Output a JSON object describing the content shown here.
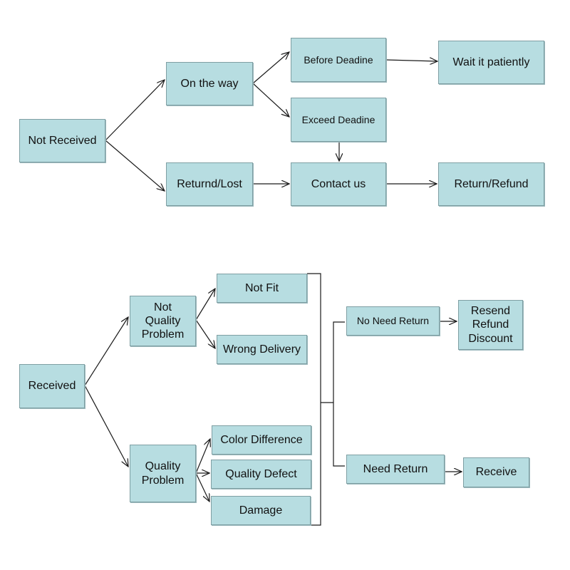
{
  "diagram": {
    "colors": {
      "box_fill": "#b7dde1",
      "box_border": "#7f9fa3",
      "line": "#1a1a1a"
    },
    "nodes": {
      "not_received": "Not Received",
      "on_the_way": "On the way",
      "returnd_lost": "Returnd/Lost",
      "before_deadline": "Before Deadine",
      "exceed_deadline": "Exceed Deadine",
      "contact_us": "Contact us",
      "wait_patiently": "Wait it patiently",
      "return_refund": "Return/Refund",
      "received": "Received",
      "not_quality_problem": "Not\nQuality\nProblem",
      "quality_problem": "Quality\nProblem",
      "not_fit": "Not Fit",
      "wrong_delivery": "Wrong Delivery",
      "color_difference": "Color Difference",
      "quality_defect": "Quality Defect",
      "damage": "Damage",
      "no_need_return": "No Need Return",
      "need_return": "Need Return",
      "resend_refund_discount": "Resend\nRefund\nDiscount",
      "receive": "Receive"
    }
  }
}
